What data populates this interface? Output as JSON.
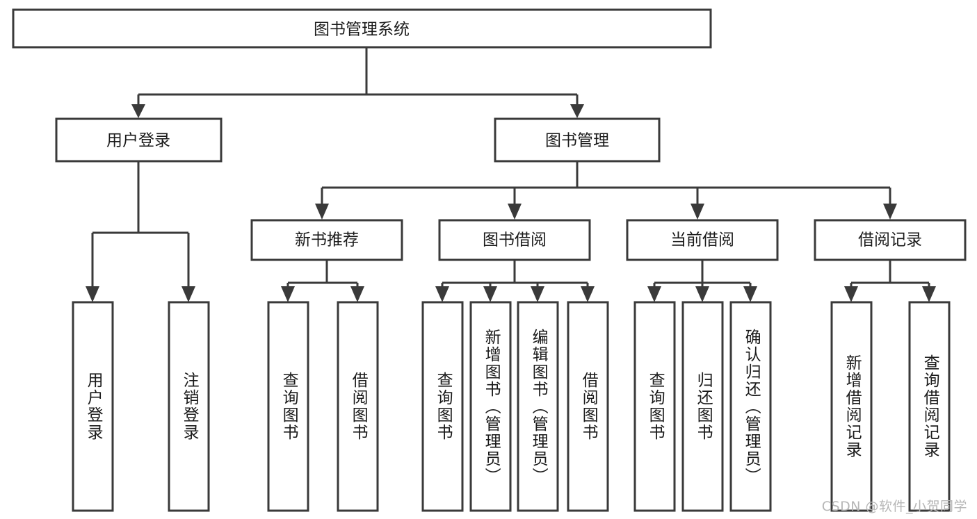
{
  "diagram": {
    "title": "图书管理系统",
    "type": "tree-hierarchy-diagram",
    "watermark": "CSDN @软件_小贺同学",
    "colors": {
      "stroke": "#3a3a3a",
      "fill": "#ffffff",
      "text": "#1a1a1a",
      "watermark": "#b6b6b6",
      "background": "#ffffff"
    }
  },
  "root": {
    "label": "图书管理系统"
  },
  "level2": [
    {
      "label": "用户登录"
    },
    {
      "label": "图书管理"
    }
  ],
  "level3": [
    {
      "label": "新书推荐"
    },
    {
      "label": "图书借阅"
    },
    {
      "label": "当前借阅"
    },
    {
      "label": "借阅记录"
    }
  ],
  "leaves": {
    "user_login": [
      {
        "label": "用户登录"
      },
      {
        "label": "注销登录"
      }
    ],
    "new_book_recommend": [
      {
        "label": "查询图书"
      },
      {
        "label": "借阅图书"
      }
    ],
    "book_borrow": [
      {
        "label": "查询图书"
      },
      {
        "label": "新增图书（管理员）"
      },
      {
        "label": "编辑图书（管理员）"
      },
      {
        "label": "借阅图书"
      }
    ],
    "current_borrow": [
      {
        "label": "查询图书"
      },
      {
        "label": "归还图书"
      },
      {
        "label": "确认归还（管理员）"
      }
    ],
    "borrow_record": [
      {
        "label": "新增借阅记录"
      },
      {
        "label": "查询借阅记录"
      }
    ]
  }
}
